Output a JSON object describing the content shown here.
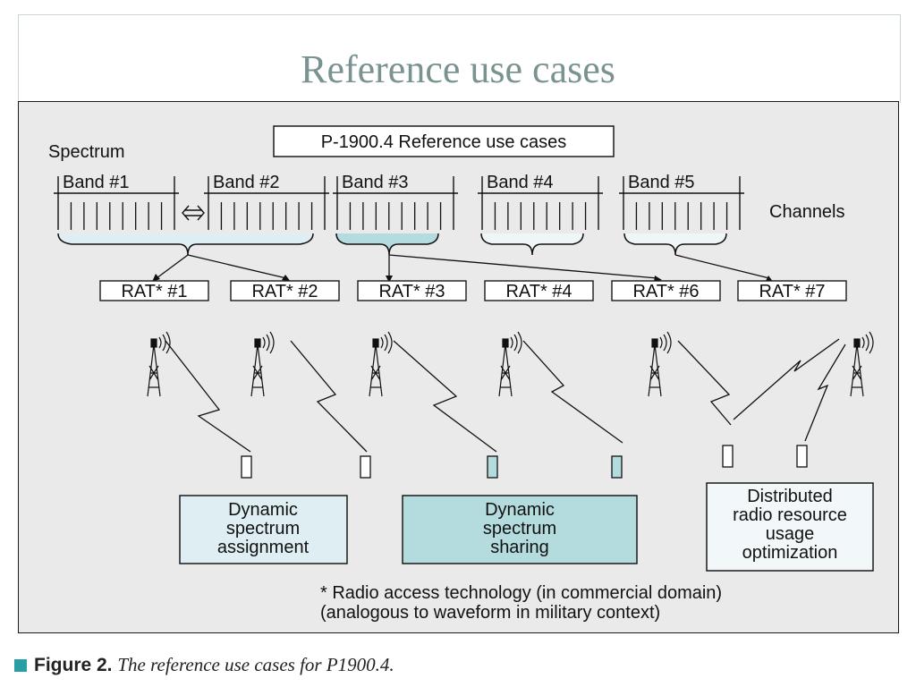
{
  "slide": {
    "title": "Reference use cases"
  },
  "diagram": {
    "header_box": "P-1900.4 Reference use cases",
    "spectrum_label": "Spectrum",
    "channels_label": "Channels",
    "bands": [
      "Band #1",
      "Band #2",
      "Band #3",
      "Band #4",
      "Band #5"
    ],
    "rats": [
      "RAT* #1",
      "RAT* #2",
      "RAT* #3",
      "RAT* #4",
      "RAT* #6",
      "RAT* #7"
    ],
    "use_cases": [
      {
        "lines": [
          "Dynamic",
          "spectrum",
          "assignment"
        ]
      },
      {
        "lines": [
          "Dynamic",
          "spectrum",
          "sharing"
        ]
      },
      {
        "lines": [
          "Distributed",
          "radio resource",
          "usage",
          "optimization"
        ]
      }
    ],
    "footnote": [
      "* Radio access technology (in commercial domain)",
      "(analogous to waveform in military context)"
    ],
    "colors": {
      "background": "#eaeaea",
      "light_fill": "#deeef2",
      "dark_fill": "#b4dbde",
      "border": "#1a1a1a"
    }
  },
  "caption": {
    "label": "Figure 2.",
    "text": "The reference use cases for P1900.4."
  }
}
